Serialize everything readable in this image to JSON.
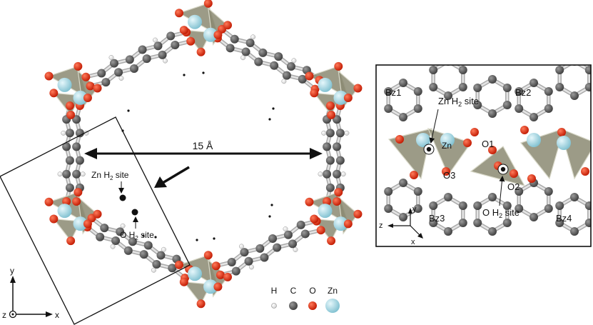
{
  "main_view": {
    "distance_label": "15 Å",
    "zn_site_label": "Zn H",
    "zn_site_sub": "2",
    "zn_site_tail": " site",
    "o_site_label": "O H",
    "o_site_sub": "2",
    "o_site_tail": " site",
    "axes": {
      "y": "y",
      "x": "x",
      "z": "z"
    }
  },
  "legend": {
    "items": [
      {
        "label": "H",
        "color": "#ffffff"
      },
      {
        "label": "C",
        "color": "#555555"
      },
      {
        "label": "O",
        "color": "#e02a10"
      },
      {
        "label": "Zn",
        "color": "#a9dbe6"
      }
    ]
  },
  "inset": {
    "rings": [
      "Bz1",
      "Bz2",
      "Bz3",
      "Bz4"
    ],
    "oxygen_labels": [
      "O1",
      "O2",
      "O3"
    ],
    "metal_label": "Zn",
    "zn_site_label": "Zn H",
    "zn_site_sub": "2",
    "zn_site_tail": " site",
    "o_site_label": "O H",
    "o_site_sub": "2",
    "o_site_tail": " site",
    "axes": {
      "y": "y",
      "z": "z",
      "x": "x"
    }
  },
  "colors": {
    "carbon": "#555555",
    "oxygen": "#e02a10",
    "zinc": "#a9dbe6",
    "hydrogen": "#ffffff",
    "tetrahedron": "#8b8a72",
    "bond": "#c8c8c8"
  }
}
